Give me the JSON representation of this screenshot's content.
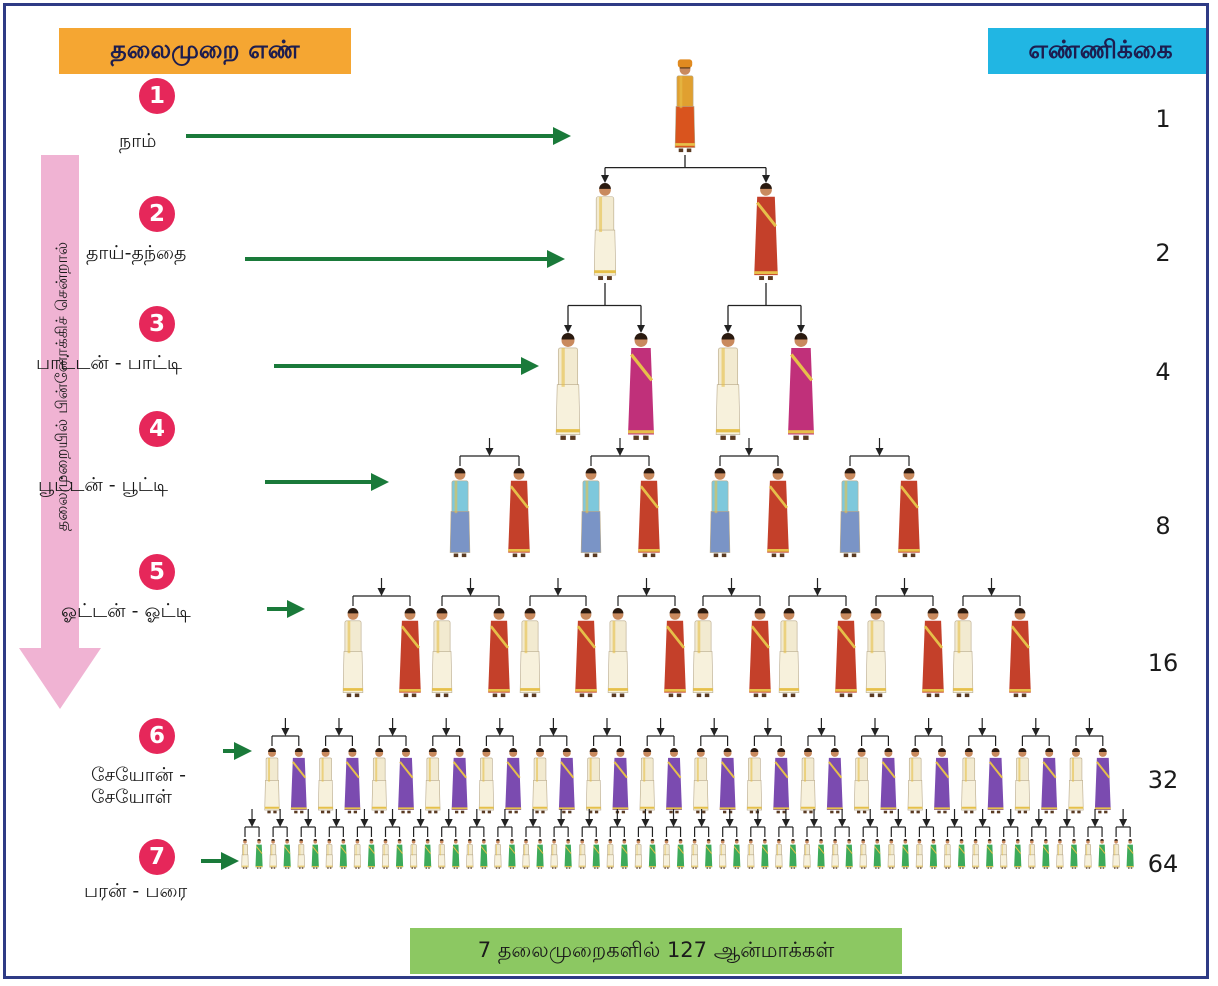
{
  "header": {
    "generation_label": "தலைமுறை எண்",
    "count_label": "எண்ணிக்கை"
  },
  "side_arrow_text": "தலைமுறையில் பின்னோக்கிச் சென்றால்",
  "generations": [
    {
      "number": "1",
      "name": "நாம்",
      "count": "1",
      "people": 1
    },
    {
      "number": "2",
      "name": "தாய்-தந்தை",
      "count": "2",
      "people": 2
    },
    {
      "number": "3",
      "name": "பாட்டன் - பாட்டி",
      "count": "4",
      "people": 4
    },
    {
      "number": "4",
      "name": "பூட்டன் - பூட்டி",
      "count": "8",
      "people": 8
    },
    {
      "number": "5",
      "name": "ஓட்டன் - ஓட்டி",
      "count": "16",
      "people": 16
    },
    {
      "number": "6",
      "name": "சேயோன் - சேயோள்",
      "count": "32",
      "people": 32
    },
    {
      "number": "7",
      "name": "பரன் - பரை",
      "count": "64",
      "people": 64
    }
  ],
  "footer": "7 தலைமுறைகளில் 127 ஆன்மாக்கள்",
  "colors": {
    "border": "#2e3b85",
    "generation_header_bg": "#f5a632",
    "count_header_bg": "#21b6e3",
    "number_badge": "#e6275a",
    "pointer_arrow": "#1a7a3a",
    "side_arrow": "#f0b3d3",
    "footer_bg": "#8cc862",
    "tree_line": "#222222",
    "man_dress": "#f2ead0",
    "woman_sari_gen2": "#c4402a",
    "woman_sari_gen3": "#c0307a",
    "man_shirt_gen4": "#7ec8dc",
    "woman_sari_gen6": "#7b4bb0",
    "woman_sari_gen7": "#3daa5a"
  }
}
